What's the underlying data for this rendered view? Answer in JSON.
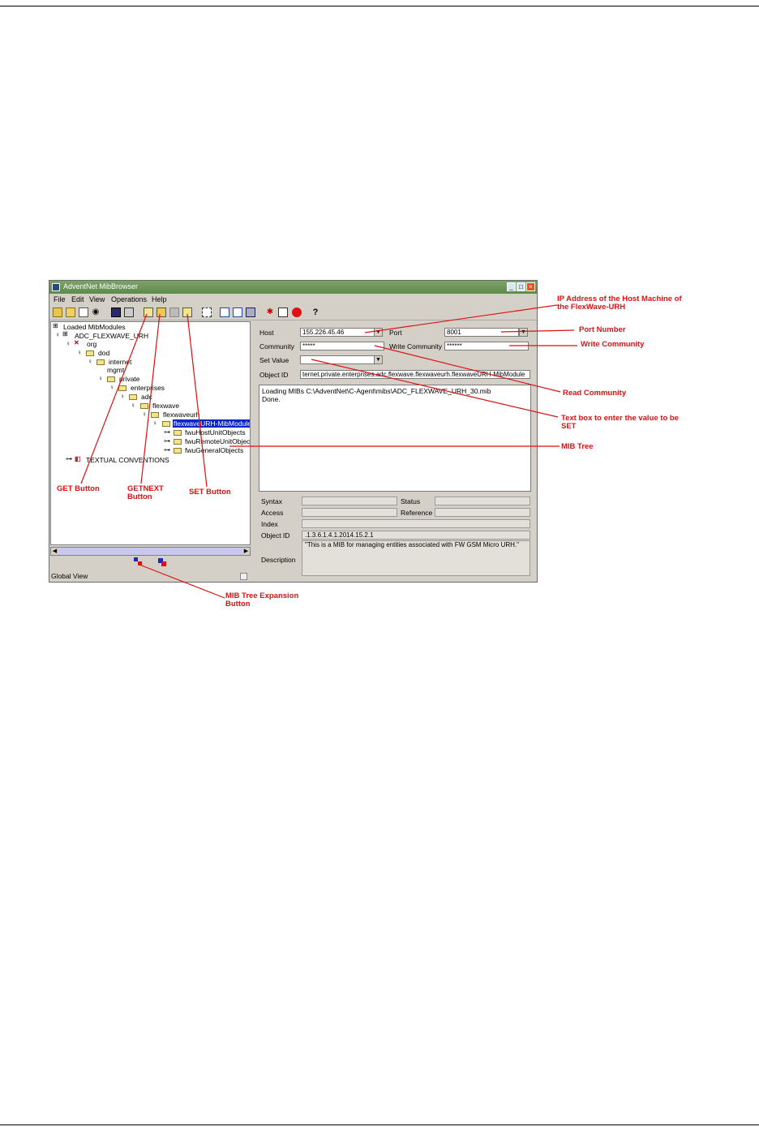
{
  "window": {
    "title": "AdventNet MibBrowser",
    "controls": [
      "_",
      "□",
      "×"
    ]
  },
  "menu": [
    "File",
    "Edit",
    "View",
    "Operations",
    "Help"
  ],
  "toolbar_icons": [
    "load-icon",
    "open-icon",
    "save-config-icon",
    "find-icon",
    "save-icon",
    "print-icon",
    "get-icon",
    "getnext-icon",
    "getbulk-icon",
    "set-icon",
    "trap-icon",
    "graph-icon",
    "chart-icon",
    "table-icon",
    "debug-icon",
    "edit-icon",
    "stop-icon",
    "help-icon"
  ],
  "help_glyph": "?",
  "tree": [
    "Loaded MibModules",
    "ADC_FLEXWAVE_URH",
    "org",
    "dod",
    "internet",
    "mgmt",
    "private",
    "enterprises",
    "adc",
    "flexwave",
    "flexwaveurh",
    "flexwaveURH-MibModule",
    "fwuHostUnitObjects",
    "fwuRemoteUnitObjects",
    "fwuGeneralObjects",
    "TEXTUAL CONVENTIONS"
  ],
  "global_view_label": "Global View",
  "form": {
    "host_label": "Host",
    "host_value": "155.226.45.46",
    "port_label": "Port",
    "port_value": "8001",
    "community_label": "Community",
    "community_value": "*****",
    "write_community_label": "Write Community",
    "write_community_value": "******",
    "set_value_label": "Set Value",
    "set_value_value": "",
    "object_id_label": "Object ID",
    "object_id_value": "ternet.private.enterprises.adc.flexwave.flexwaveurh.flexwaveURH-MibModule"
  },
  "log": [
    "Loading MIBs C:\\AdventNet\\C-Agent\\mibs\\ADC_FLEXWAVE_URH_30.mib",
    "Done."
  ],
  "details": {
    "syntax_label": "Syntax",
    "status_label": "Status",
    "access_label": "Access",
    "reference_label": "Reference",
    "index_label": "Index",
    "object_id_label": "Object ID",
    "object_id_value": ".1.3.6.1.4.1.2014.15.2.1",
    "description_label": "Description",
    "description_value": "\"This is a MIB for managing entities associated with FW GSM Micro URH.\""
  },
  "annotations": {
    "ip_address": "IP Address of the Host Machine of the FlexWave-URH",
    "port_number": "Port Number",
    "write_community": "Write Community",
    "read_community": "Read Community",
    "set_textbox": "Text box to enter the value to be SET",
    "mib_tree": "MIB Tree",
    "get_button": "GET Button",
    "getnext_button": "GETNEXT Button",
    "set_button": "SET Button",
    "expansion_button": "MIB Tree Expansion Button"
  },
  "colors": {
    "annotation": "#dd1111",
    "selection": "#0a24c8",
    "window_frame": "#d4d0c8"
  }
}
